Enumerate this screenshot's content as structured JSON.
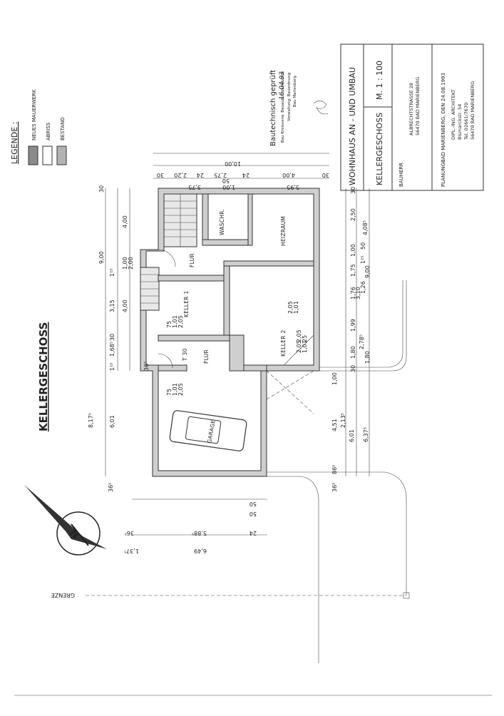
{
  "sheet_title": "KELLERGESCHOSS",
  "legend": {
    "title": "LEGENDE :",
    "items": [
      {
        "label": "NEUES MAUERWERK",
        "color": "#8a8a8a"
      },
      {
        "label": "ABRISS",
        "color": "#ffffff"
      },
      {
        "label": "BESTAND",
        "color": "#b3b3b3"
      }
    ]
  },
  "approval_stamp": {
    "title": "Bautechnisch geprüft",
    "date": "16.04.93",
    "line1": "Bau Kreisverw. Bauaufsichtsbehörde",
    "line2": "Verwaltung: Bauordnung",
    "line3": "Bau Marienberg"
  },
  "title_block": {
    "project": "WOHNHAUS AN - UND UMBAU",
    "plan": "KELLERGESCHOSS",
    "scale": "M. 1 : 100",
    "client_label": "BAUHERR",
    "client_line1": "ALBRECHTSTRASSE 28",
    "client_line2": "56470 BAD MARIENBERG",
    "planning_label": "PLANUNG :",
    "planning_place_date": "BAD MARIENBERG, DEN 24.08.1993",
    "planner1": "DIPL.-ING. ARCHITEKT",
    "planner2": "Bismarckstr. 54",
    "planner3": "Tel. 02661/7670",
    "planner4": "56470 BAD MARIENBERG"
  },
  "rooms": {
    "washroom": "WASCHR.",
    "boiler": "HEIZRAUM",
    "hall_top": "FLUR",
    "cellar1": "KELLER 1",
    "cellar2": "KELLER 2",
    "hall_bottom": "FLUR",
    "garage": "GARAGE",
    "door_t30": "T 30"
  },
  "dimensions": {
    "top": [
      "10,00",
      "30",
      "4,00",
      "24",
      "2,75",
      "24",
      "2,20",
      "30",
      "5,95",
      "1,00",
      "50",
      "3,75"
    ],
    "left_top": [
      "30",
      "4,00",
      "9,00",
      "1,00",
      "2,00",
      "1¹⁵",
      "3,15",
      "4,00",
      "30",
      "1,68⁵",
      "1¹⁵"
    ],
    "left_bottom": [
      "8,17⁵",
      "6,01",
      "36⁵",
      "36⁵",
      "36⁵",
      "1,37⁵",
      "5,88⁵",
      "6,49",
      "24",
      "50",
      "50"
    ],
    "right": [
      "30",
      "2,50",
      "1,00",
      "4,08⁵",
      "50",
      "1,75",
      "1¹⁵",
      "9,00",
      "1,76",
      "3,10",
      "1,26",
      "1,99",
      "2,78⁵",
      "1,80",
      "1,80",
      "30",
      "1,00",
      "4,51",
      "2,13⁵",
      "6,01",
      "6,37⁵",
      "86⁵",
      "36⁵"
    ],
    "openings": [
      "1,01",
      "2,05",
      "1,01",
      "2,05",
      "75",
      "1,01",
      "2,05",
      "75",
      "1,01",
      "2,05",
      "25",
      "2,05"
    ]
  },
  "boundary_label": "GRENZE"
}
